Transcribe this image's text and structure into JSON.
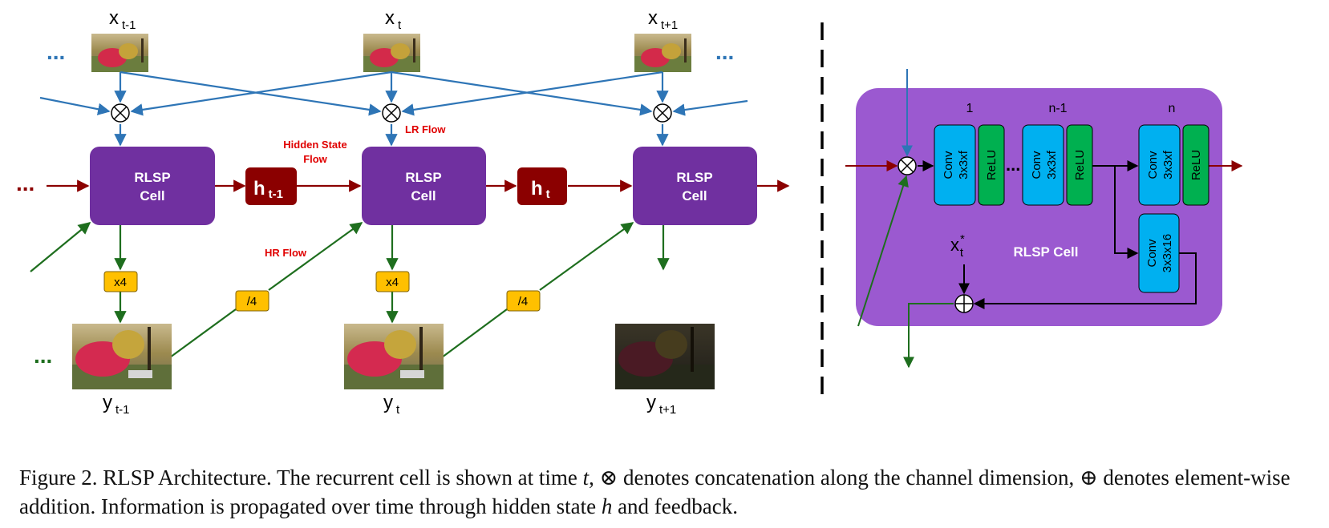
{
  "timeline": {
    "x_labels": [
      {
        "base": "x",
        "sub": "t-1"
      },
      {
        "base": "x",
        "sub": "t"
      },
      {
        "base": "x",
        "sub": "t+1"
      }
    ],
    "y_labels": [
      {
        "base": "y",
        "sub": "t-1"
      },
      {
        "base": "y",
        "sub": "t"
      },
      {
        "base": "y",
        "sub": "t+1"
      }
    ],
    "cell_line1": "RLSP",
    "cell_line2": "Cell",
    "hidden_states": [
      {
        "base": "h",
        "sub": "t-1"
      },
      {
        "base": "h",
        "sub": "t"
      }
    ],
    "upscale_label": "x4",
    "downscale_label": "/4",
    "hidden_flow_line1": "Hidden State",
    "hidden_flow_line2": "Flow",
    "lr_flow": "LR Flow",
    "hr_flow": "HR  Flow",
    "ellipsis": "...",
    "ellipsis_blue": "..."
  },
  "detail": {
    "block_numbers": [
      "1",
      "n-1",
      "n"
    ],
    "conv_line1": "Conv",
    "conv_line2": "3x3xf",
    "relu": "ReLU",
    "dots": "...",
    "conv16_line1": "Conv",
    "conv16_line2": "3x3x16",
    "cell_title": "RLSP Cell",
    "x_star": {
      "base": "x",
      "sup": "*",
      "sub": "t"
    }
  },
  "caption": {
    "prefix": "Figure 2. RLSP Architecture.  The recurrent cell is shown at time ",
    "t_var": "t",
    "mid1": ", ⊗ denotes concatenation along the channel dimension, ⊕ denotes element-wise addition. Information is propagated over time through hidden state ",
    "h_var": "h",
    "suffix": " and feedback."
  },
  "colors": {
    "cell_purple": "#7030a0",
    "panel_purple": "#9b59d0",
    "hidden_red": "#8b0000",
    "flow_blue": "#2e75b6",
    "flow_green": "#1e6e1e",
    "scale_yellow": "#ffc000",
    "conv_blue": "#00b0f0",
    "relu_green": "#00b050",
    "label_red": "#e00000"
  }
}
